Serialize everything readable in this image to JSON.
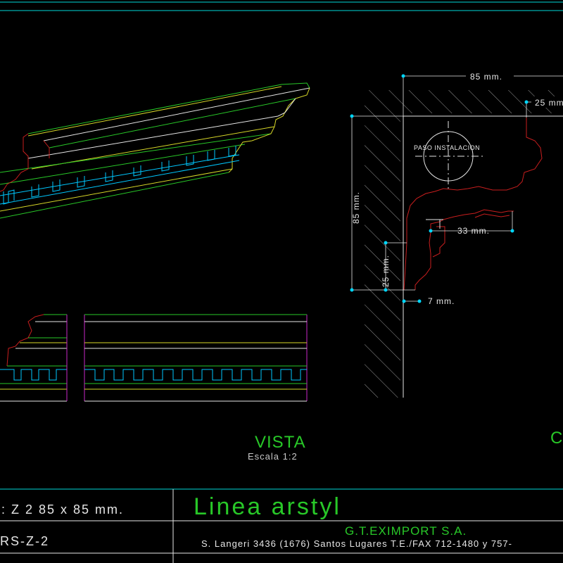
{
  "drawing": {
    "dimensions": {
      "top_width": "85 mm.",
      "top_right": "25 mm.",
      "left_height": "85 mm.",
      "left_lower": "25 mm.",
      "mid_right": "33 mm.",
      "bottom": "7 mm."
    },
    "pipe_label": "PASO INSTALACION",
    "views": {
      "vista_title": "VISTA",
      "vista_scale": "Escala 1:2",
      "right_title_partial": "C"
    }
  },
  "title_block": {
    "model_text": ": Z 2 85 x 85 mm.",
    "code_text": "RS-Z-2",
    "line_name": "Linea arstyl",
    "company": "G.T.EXIMPORT S.A.",
    "address": "S. Langeri 3436 (1676) Santos Lugares T.E./FAX 712-1480 y 757-"
  },
  "colors": {
    "background": "#000000",
    "frame": "#00d7d7",
    "profile_red": "#c81e1e",
    "line_green": "#28c828",
    "line_yellow": "#d7d728",
    "line_white": "#e6e6e6",
    "cyan_detail": "#00c8ff",
    "dim_point": "#00d7ff",
    "magenta": "#c828c8",
    "title_green": "#28c828",
    "caption": "#c8c8c8"
  }
}
